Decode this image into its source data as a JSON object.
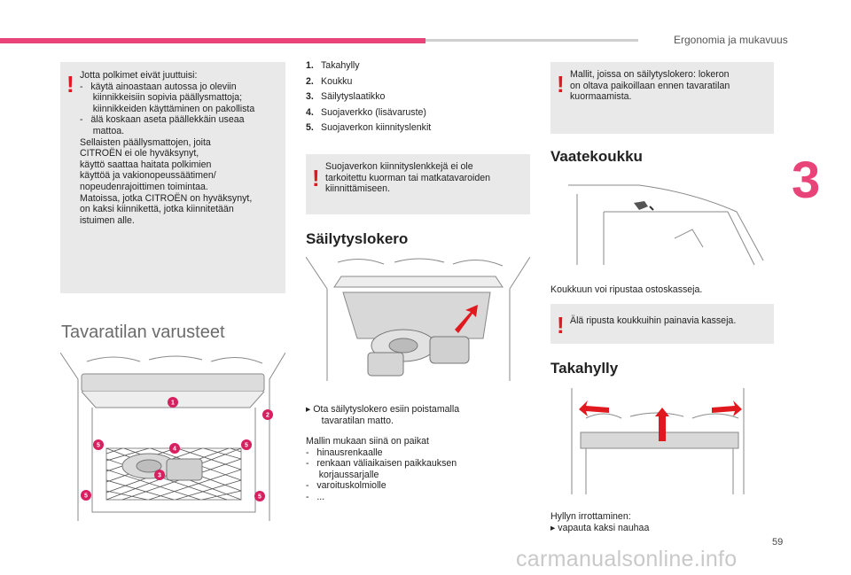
{
  "header": {
    "section_title": "Ergonomia ja mukavuus",
    "chapter_number": "3"
  },
  "colors": {
    "accent": "#e8447a",
    "warning": "#e2181f",
    "box_bg": "#e9e9e9"
  },
  "left_warning": {
    "icon": "warning-exclamation-icon",
    "lines": [
      "Jotta polkimet eivät juuttuisi:",
      "-   käytä ainoastaan autossa jo oleviin",
      "     kiinnikkeisiin sopivia päällysmattoja;",
      "     kiinnikkeiden käyttäminen on pakollista",
      "-   älä koskaan aseta päällekkäin useaa",
      "     mattoa.",
      "Sellaisten päällysmattojen, joita",
      "CITROËN ei ole hyväksynyt,",
      "käyttö saattaa haitata polkimien",
      "käyttöä ja vakionopeussäätimen/",
      "nopeudenrajoittimen toimintaa.",
      "Matoissa, jotka CITROËN on hyväksynyt,",
      "on kaksi kiinnikettä, jotka kiinnitetään",
      "istuimen alle."
    ]
  },
  "trunk_section": {
    "title": "Tavaratilan varusteet",
    "callouts": [
      "1",
      "2",
      "3",
      "4",
      "5"
    ]
  },
  "numbered_list": [
    {
      "n": "1.",
      "text": "Takahylly"
    },
    {
      "n": "2.",
      "text": "Koukku"
    },
    {
      "n": "3.",
      "text": "Säilytyslaatikko"
    },
    {
      "n": "4.",
      "text": "Suojaverkko (lisävaruste)"
    },
    {
      "n": "5.",
      "text": "Suojaverkon kiinnityslenkit"
    }
  ],
  "mid_warning": {
    "lines": [
      "Suojaverkon kiinnityslenkkejä ei ole",
      "tarkoitettu kuorman tai matkatavaroiden",
      "kiinnittämiseen."
    ]
  },
  "storage_section": {
    "title": "Säilytyslokero",
    "step_lines": [
      " Ota säilytyslokero esiin poistamalla",
      "      tavaratilan matto."
    ],
    "body_lines": [
      "Mallin mukaan siinä on paikat",
      "-   hinausrenkaalle",
      "-   renkaan väliaikaisen paikkauksen",
      "     korjaussarjalle",
      "-   varoituskolmiolle",
      "-   ..."
    ]
  },
  "right_warning": {
    "lines": [
      "Mallit, joissa on säilytyslokero: lokeron",
      "on oltava paikoillaan ennen tavaratilan",
      "kuormaamista."
    ]
  },
  "hook_section": {
    "title": "Vaatekoukku",
    "caption": "Koukkuun voi ripustaa ostoskasseja.",
    "warning": "Älä ripusta koukkuihin painavia kasseja."
  },
  "shelf_section": {
    "title": "Takahylly",
    "lines": [
      "Hyllyn irrottaminen:",
      " vapauta kaksi nauhaa"
    ]
  },
  "page_number": "59",
  "watermark": "carmanualsonline.info"
}
